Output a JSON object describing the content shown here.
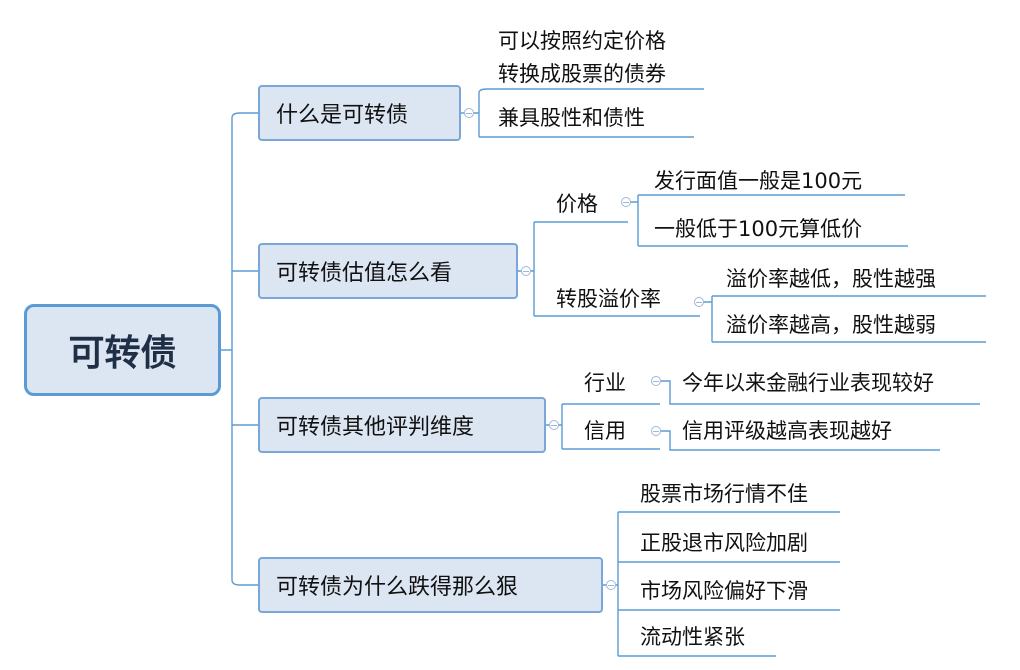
{
  "root": "可转债",
  "branches": [
    {
      "label": "什么是可转债",
      "children": [
        {
          "label": "可以按照约定价格\n转换成股票的债券"
        },
        {
          "label": "兼具股性和债性"
        }
      ]
    },
    {
      "label": "可转债估值怎么看",
      "children": [
        {
          "label": "价格",
          "children": [
            "发行面值一般是100元",
            "一般低于100元算低价"
          ]
        },
        {
          "label": "转股溢价率",
          "children": [
            "溢价率越低，股性越强",
            "溢价率越高，股性越弱"
          ]
        }
      ]
    },
    {
      "label": "可转债其他评判维度",
      "children": [
        {
          "label": "行业",
          "children": [
            "今年以来金融行业表现较好"
          ]
        },
        {
          "label": "信用",
          "children": [
            "信用评级越高表现越好"
          ]
        }
      ]
    },
    {
      "label": "可转债为什么跌得那么狠",
      "children": [
        {
          "label": "股票市场行情不佳"
        },
        {
          "label": "正股退市风险加剧"
        },
        {
          "label": "市场风险偏好下滑"
        },
        {
          "label": "流动性紧张"
        }
      ]
    }
  ]
}
